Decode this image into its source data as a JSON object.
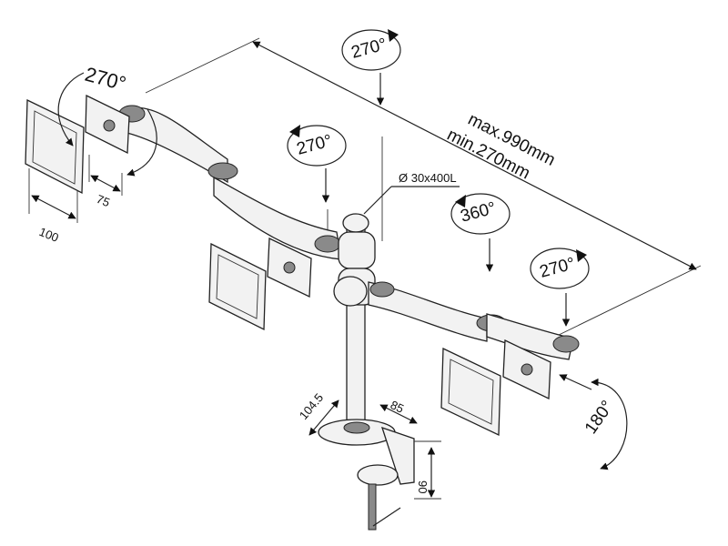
{
  "title": "Triple monitor arm dimension diagram",
  "labels": {
    "rot_left": "270°",
    "rot_top": "270°",
    "rot_mid": "270°",
    "rot_360": "360°",
    "rot_right": "270°",
    "rot_tilt": "180°",
    "span_max": "max.990mm",
    "span_min": "min.270mm",
    "pole": "Ø 30x400L",
    "vesa_100": "100",
    "vesa_75": "75",
    "clamp_depth": "104.5",
    "clamp_width": "85",
    "clamp_height": "90"
  },
  "colors": {
    "line": "#222222",
    "fill": "#f2f2f2",
    "shade": "#8a8a8a"
  }
}
